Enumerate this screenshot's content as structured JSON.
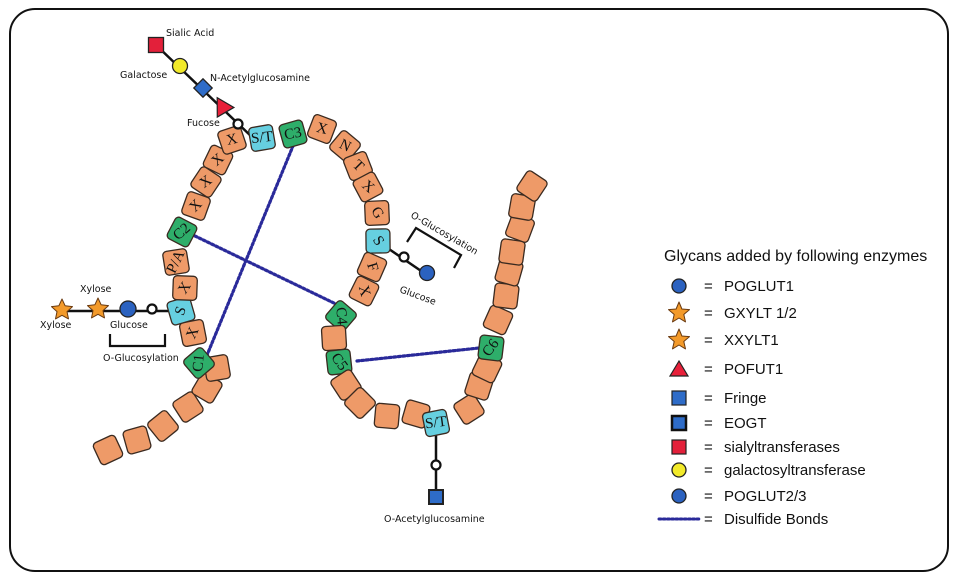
{
  "diagram": {
    "title": "Notch EGF repeat O-glycosylation",
    "colors": {
      "residue": "#EE9A68",
      "cysteine": "#2EAE6A",
      "glycosite": "#66CFE0",
      "outline": "#3a2a20",
      "disulfide": "#2A2A9A",
      "glucose": "#2B62C0",
      "xylose": "#F39A2A",
      "fucose": "#E8203A",
      "glcnac": "#2E6CC8",
      "sialic": "#E3203A",
      "galactose": "#F2EA2A"
    },
    "residues": {
      "left_strand": [
        "",
        "",
        "",
        "",
        "",
        "",
        "C1",
        "X",
        "S",
        "X",
        "P/A",
        "C2",
        "X",
        "X",
        "X",
        "X",
        "S/T"
      ],
      "top_arc": [
        "C3",
        "X",
        "N",
        "T",
        "X",
        "G",
        "S",
        "F",
        "X",
        "C4",
        "",
        "C5",
        "",
        "",
        "",
        "",
        "S/T",
        "",
        "",
        "",
        "C6",
        "",
        "",
        "",
        "",
        "",
        "",
        ""
      ]
    },
    "disulfide_bonds": [
      {
        "from": "C1",
        "to": "C3"
      },
      {
        "from": "C2",
        "to": "C4"
      },
      {
        "from": "C5",
        "to": "C6"
      }
    ],
    "glycans": {
      "fucose_chain": {
        "sialic_acid": "Sialic Acid",
        "galactose": "Galactose",
        "glcnac": "N-Acetylglucosamine",
        "fucose": "Fucose",
        "oxygen": "O"
      },
      "left_glucosylation": {
        "xylose_top": "Xylose",
        "xylose_bottom": "Xylose",
        "glucose": "Glucose",
        "bracket": "O-Glucosylation",
        "oxygen": "O"
      },
      "right_glucosylation": {
        "glucose": "Glucose",
        "bracket": "O-Glucosylation",
        "oxygen": "O"
      },
      "ogt": {
        "glcnac": "O-Acetylglucosamine",
        "oxygen": "O"
      }
    },
    "legend": {
      "title": "Glycans added by following enzymes",
      "items": [
        {
          "symbol": "circle-blue",
          "eq": "=",
          "label": "POGLUT1"
        },
        {
          "symbol": "star-orange",
          "eq": "=",
          "label": "GXYLT 1/2"
        },
        {
          "symbol": "star-orange",
          "eq": "=",
          "label": "XXYLT1"
        },
        {
          "symbol": "triangle-red",
          "eq": "=",
          "label": "POFUT1"
        },
        {
          "symbol": "square-blue",
          "eq": "=",
          "label": "Fringe"
        },
        {
          "symbol": "square-blue-bold",
          "eq": "=",
          "label": "EOGT"
        },
        {
          "symbol": "square-red",
          "eq": "=",
          "label": "sialyltransferases"
        },
        {
          "symbol": "circle-yellow",
          "eq": "=",
          "label": "galactosyltransferase"
        },
        {
          "symbol": "circle-blue",
          "eq": "=",
          "label": "POGLUT2/3"
        },
        {
          "symbol": "dotted-line",
          "eq": "=",
          "label": "Disulfide Bonds"
        }
      ]
    }
  }
}
